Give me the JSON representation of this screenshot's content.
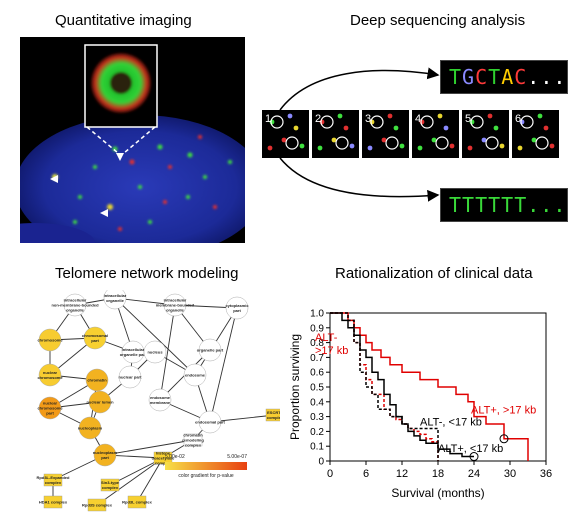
{
  "titles": {
    "imaging": "Quantitative imaging",
    "sequencing": "Deep sequencing analysis",
    "network": "Telomere network modeling",
    "clinical": "Rationalization of clinical data"
  },
  "sequencing": {
    "frame_numbers": [
      "1",
      "2",
      "3",
      "4",
      "5",
      "6"
    ],
    "read_top": [
      {
        "char": "T",
        "color": "#2fd12f"
      },
      {
        "char": "G",
        "color": "#8a8aff"
      },
      {
        "char": "C",
        "color": "#ff3a3a"
      },
      {
        "char": "T",
        "color": "#2fd12f"
      },
      {
        "char": "A",
        "color": "#ffcc00"
      },
      {
        "char": "C",
        "color": "#ff3a3a"
      },
      {
        "char": "...",
        "color": "#ffffff"
      }
    ],
    "read_bottom": "TTTTTT..."
  },
  "network": {
    "nodes": [
      "intracellular non-membrane-bounded organelle",
      "intracellular organelle",
      "intracellular membrane-bounded organelle",
      "cytoplasmic part",
      "chromosome",
      "chromosomal part",
      "intracellular organelle part",
      "organelle part",
      "nucleus",
      "nuclear chromosome",
      "chromatin",
      "nuclear part",
      "nuclear lumen",
      "endosome",
      "endosome membrane",
      "nuclear chromosome part",
      "nucleoplasm",
      "endosomal part",
      "ESCRT I complex",
      "chromatin remodeling complex",
      "nucleoplasm part",
      "histone deacetylase complex",
      "Sin3-type complex",
      "Rpd3L-Expanded complex",
      "HDA1 complex",
      "Rpd3S complex",
      "Rpd3L complex"
    ],
    "legend": {
      "min": "5.00e-02",
      "max": "5.00e-07",
      "caption": "color gradient for p-value"
    }
  },
  "chart_data": {
    "type": "line",
    "title": "",
    "xlabel": "Survival (months)",
    "ylabel": "Proportion surviving",
    "xlim": [
      0,
      36
    ],
    "ylim": [
      0,
      1.0
    ],
    "xticks": [
      0,
      6,
      12,
      18,
      24,
      30,
      36
    ],
    "yticks": [
      0,
      0.1,
      0.2,
      0.3,
      0.4,
      0.5,
      0.6,
      0.7,
      0.8,
      0.9,
      1.0
    ],
    "series": [
      {
        "name": "ALT+, >17 kb",
        "color": "#e00000",
        "dash": "solid",
        "x": [
          0,
          3,
          4,
          5,
          6,
          7,
          8.5,
          10,
          12,
          15,
          18,
          21,
          23,
          24,
          26,
          29,
          31,
          33,
          33
        ],
        "y": [
          1.0,
          0.95,
          0.9,
          0.85,
          0.8,
          0.75,
          0.7,
          0.65,
          0.6,
          0.55,
          0.5,
          0.45,
          0.4,
          0.3,
          0.25,
          0.15,
          0.15,
          0.15,
          0
        ]
      },
      {
        "name": "ALT-, >17 kb",
        "color": "#e00000",
        "dash": "dotted",
        "x": [
          0,
          3,
          4,
          5,
          6,
          7,
          9,
          10,
          11,
          12,
          13,
          14,
          15,
          16,
          17,
          18,
          18
        ],
        "y": [
          1.0,
          0.95,
          0.8,
          0.65,
          0.55,
          0.45,
          0.35,
          0.3,
          0.28,
          0.25,
          0.22,
          0.2,
          0.18,
          0.15,
          0.13,
          0.1,
          0
        ]
      },
      {
        "name": "ALT-, <17 kb",
        "color": "#000000",
        "dash": "dotted",
        "x": [
          0,
          3,
          4,
          5,
          6,
          7,
          8,
          10,
          12,
          13,
          18,
          18
        ],
        "y": [
          1.0,
          0.95,
          0.8,
          0.6,
          0.5,
          0.45,
          0.35,
          0.3,
          0.25,
          0.22,
          0.22,
          0
        ]
      },
      {
        "name": "ALT+, <17 kb",
        "color": "#000000",
        "dash": "solid",
        "x": [
          0,
          2,
          3,
          4,
          5,
          6,
          7,
          8,
          9,
          10,
          11,
          12,
          13,
          14,
          15,
          16,
          18,
          20,
          22,
          24
        ],
        "y": [
          1.0,
          0.95,
          0.9,
          0.85,
          0.75,
          0.7,
          0.6,
          0.55,
          0.45,
          0.38,
          0.3,
          0.25,
          0.2,
          0.17,
          0.14,
          0.12,
          0.08,
          0.05,
          0.03,
          0.03
        ]
      }
    ],
    "annotations": [
      {
        "text": "ALT-\n>17 kb",
        "color": "#e00000"
      },
      {
        "text": "ALT+, >17 kb",
        "color": "#e00000"
      },
      {
        "text": "ALT-, <17 kb",
        "color": "#000000"
      },
      {
        "text": "ALT+, <17 kb",
        "color": "#000000"
      }
    ]
  }
}
